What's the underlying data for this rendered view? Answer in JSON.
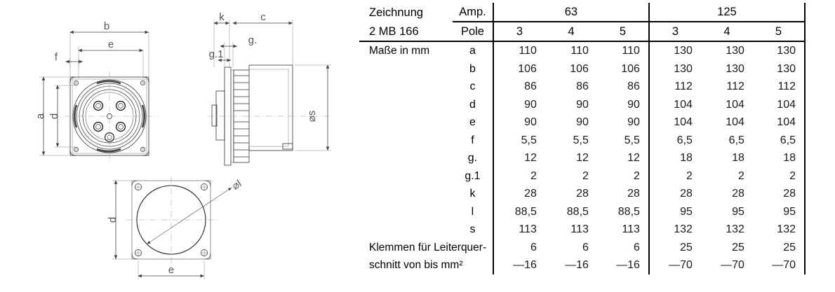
{
  "drawing": {
    "name": "connector-technical-drawing",
    "views": [
      {
        "name": "front-view",
        "labels": [
          "b",
          "e",
          "f",
          "a",
          "d"
        ]
      },
      {
        "name": "side-view",
        "labels": [
          "k",
          "c",
          "g.",
          "g.1",
          "⌀s"
        ]
      },
      {
        "name": "mounting-pattern-view",
        "labels": [
          "d",
          "e",
          "⌀l"
        ]
      }
    ],
    "dim_b": "b",
    "dim_e": "e",
    "dim_f": "f",
    "dim_a": "a",
    "dim_d": "d",
    "dim_k": "k",
    "dim_c": "c",
    "dim_g": "g.",
    "dim_g1": "g.1",
    "dim_s": "⌀s",
    "dim_d2": "d",
    "dim_e2": "e",
    "dim_l": "⌀l"
  },
  "table": {
    "header": {
      "drawing_label": "Zeichnung",
      "drawing_number": "2 MB 166",
      "units_label": "Maße in mm",
      "amp_label": "Amp.",
      "pole_label": "Pole",
      "groups": [
        {
          "amp": "63",
          "poles": [
            "3",
            "4",
            "5"
          ]
        },
        {
          "amp": "125",
          "poles": [
            "3",
            "4",
            "5"
          ]
        }
      ]
    },
    "rows": [
      {
        "key": "a",
        "values": [
          "110",
          "110",
          "110",
          "130",
          "130",
          "130"
        ]
      },
      {
        "key": "b",
        "values": [
          "106",
          "106",
          "106",
          "130",
          "130",
          "130"
        ]
      },
      {
        "key": "c",
        "values": [
          "86",
          "86",
          "86",
          "112",
          "112",
          "112"
        ]
      },
      {
        "key": "d",
        "values": [
          "90",
          "90",
          "90",
          "104",
          "104",
          "104"
        ]
      },
      {
        "key": "e",
        "values": [
          "90",
          "90",
          "90",
          "104",
          "104",
          "104"
        ]
      },
      {
        "key": "f",
        "values": [
          "5,5",
          "5,5",
          "5,5",
          "6,5",
          "6,5",
          "6,5"
        ]
      },
      {
        "key": "g.",
        "values": [
          "12",
          "12",
          "12",
          "18",
          "18",
          "18"
        ]
      },
      {
        "key": "g.1",
        "values": [
          "2",
          "2",
          "2",
          "2",
          "2",
          "2"
        ]
      },
      {
        "key": "k",
        "values": [
          "28",
          "28",
          "28",
          "28",
          "28",
          "28"
        ]
      },
      {
        "key": "l",
        "values": [
          "88,5",
          "88,5",
          "88,5",
          "95",
          "95",
          "95"
        ]
      },
      {
        "key": "s",
        "values": [
          "113",
          "113",
          "113",
          "132",
          "132",
          "132"
        ]
      }
    ],
    "terminal_rows": [
      {
        "desc": "Klemmen für Leiterquer-",
        "values": [
          "6",
          "6",
          "6",
          "25",
          "25",
          "25"
        ]
      },
      {
        "desc": "schnitt von bis mm²",
        "values": [
          "—16",
          "—16",
          "—16",
          "—70",
          "—70",
          "—70"
        ]
      }
    ]
  }
}
